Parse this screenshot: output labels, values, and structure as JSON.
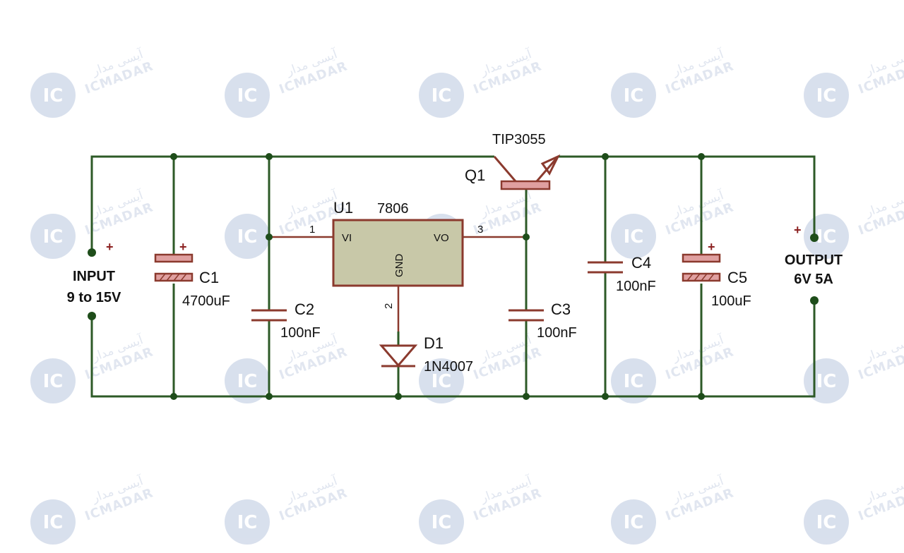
{
  "watermark": {
    "brand": "ICMADAR",
    "brand_fa": "آیسی مدار",
    "badge": "IC"
  },
  "input": {
    "title": "INPUT",
    "range": "9 to 15V",
    "polarity": "+"
  },
  "output": {
    "title": "OUTPUT",
    "rating": "6V 5A",
    "polarity": "+"
  },
  "c1": {
    "ref": "C1",
    "value": "4700uF",
    "polarity": "+"
  },
  "c2": {
    "ref": "C2",
    "value": "100nF"
  },
  "c3": {
    "ref": "C3",
    "value": "100nF"
  },
  "c4": {
    "ref": "C4",
    "value": "100nF"
  },
  "c5": {
    "ref": "C5",
    "value": "100uF",
    "polarity": "+"
  },
  "u1": {
    "ref": "U1",
    "part": "7806",
    "pin_in": "VI",
    "pin_out": "VO",
    "pin_gnd": "GND",
    "pin_in_num": "1",
    "pin_out_num": "3",
    "pin_gnd_num": "2"
  },
  "q1": {
    "ref": "Q1",
    "part": "TIP3055"
  },
  "d1": {
    "ref": "D1",
    "part": "1N4007"
  },
  "colors": {
    "wire": "#2d5a27",
    "component": "#8b3a2e",
    "body": "#c8c8a8",
    "cap_fill": "#e0a0a0"
  }
}
